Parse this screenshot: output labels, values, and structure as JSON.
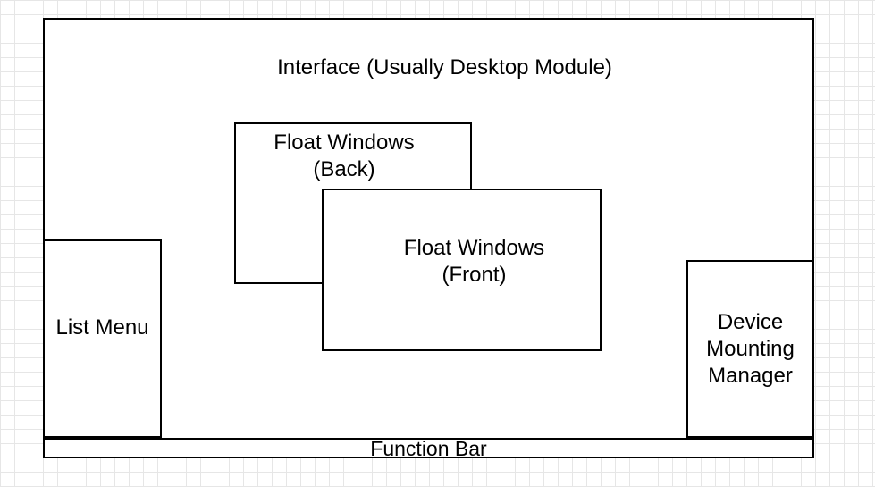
{
  "diagram": {
    "description": "UI architecture layout diagram on grid paper",
    "colors": {
      "background": "#ffffff",
      "grid_line": "#e6e6e6",
      "shape_border": "#000000",
      "shape_fill": "#ffffff",
      "text": "#000000"
    },
    "nodes": {
      "interface": {
        "label": "Interface (Usually Desktop Module)"
      },
      "float_back": {
        "lines": [
          "Float Windows",
          "(Back)"
        ]
      },
      "float_front": {
        "lines": [
          "Float Windows",
          "(Front)"
        ]
      },
      "list_menu": {
        "label": "List Menu"
      },
      "device_manager": {
        "lines": [
          "Device",
          "Mounting",
          "Manager"
        ]
      },
      "function_bar": {
        "label": "Function Bar"
      }
    }
  }
}
